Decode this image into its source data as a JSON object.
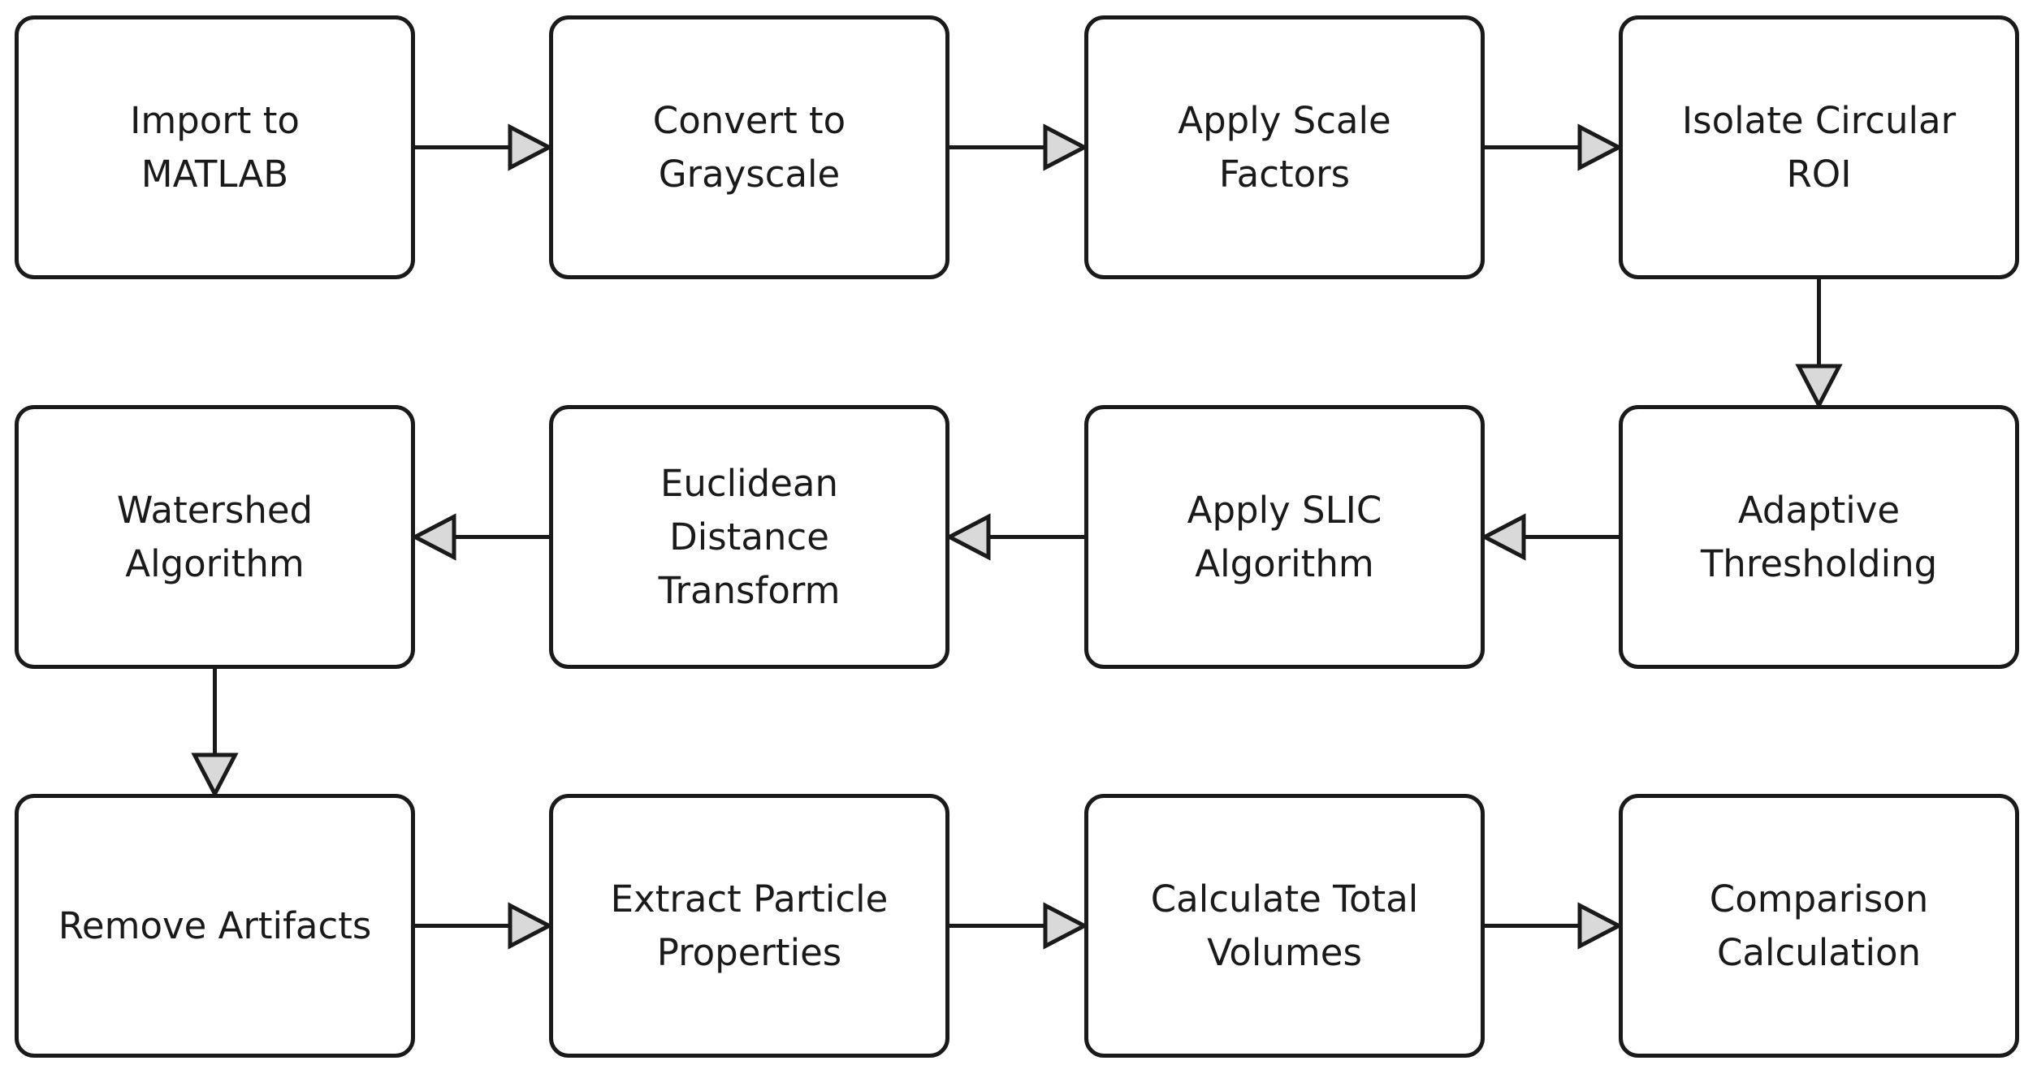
{
  "diagram": {
    "steps": [
      {
        "id": "b1",
        "label": "Import to\nMATLAB"
      },
      {
        "id": "b2",
        "label": "Convert to\nGrayscale"
      },
      {
        "id": "b3",
        "label": "Apply Scale\nFactors"
      },
      {
        "id": "b4",
        "label": "Isolate Circular\nROI"
      },
      {
        "id": "b5",
        "label": "Watershed\nAlgorithm"
      },
      {
        "id": "b6",
        "label": "Euclidean\nDistance\nTransform"
      },
      {
        "id": "b7",
        "label": "Apply SLIC\nAlgorithm"
      },
      {
        "id": "b8",
        "label": "Adaptive\nThresholding"
      },
      {
        "id": "b9",
        "label": "Remove Artifacts"
      },
      {
        "id": "b10",
        "label": "Extract Particle\nProperties"
      },
      {
        "id": "b11",
        "label": "Calculate Total\nVolumes"
      },
      {
        "id": "b12",
        "label": "Comparison\nCalculation"
      }
    ],
    "flow": [
      {
        "from": "b1",
        "to": "b2"
      },
      {
        "from": "b2",
        "to": "b3"
      },
      {
        "from": "b3",
        "to": "b4"
      },
      {
        "from": "b4",
        "to": "b8"
      },
      {
        "from": "b8",
        "to": "b7"
      },
      {
        "from": "b7",
        "to": "b6"
      },
      {
        "from": "b6",
        "to": "b5"
      },
      {
        "from": "b5",
        "to": "b9"
      },
      {
        "from": "b9",
        "to": "b10"
      },
      {
        "from": "b10",
        "to": "b11"
      },
      {
        "from": "b11",
        "to": "b12"
      }
    ],
    "colors": {
      "stroke": "#1a1a1a",
      "arrowhead_fill": "#d9d9d9",
      "box_fill": "#ffffff"
    }
  }
}
